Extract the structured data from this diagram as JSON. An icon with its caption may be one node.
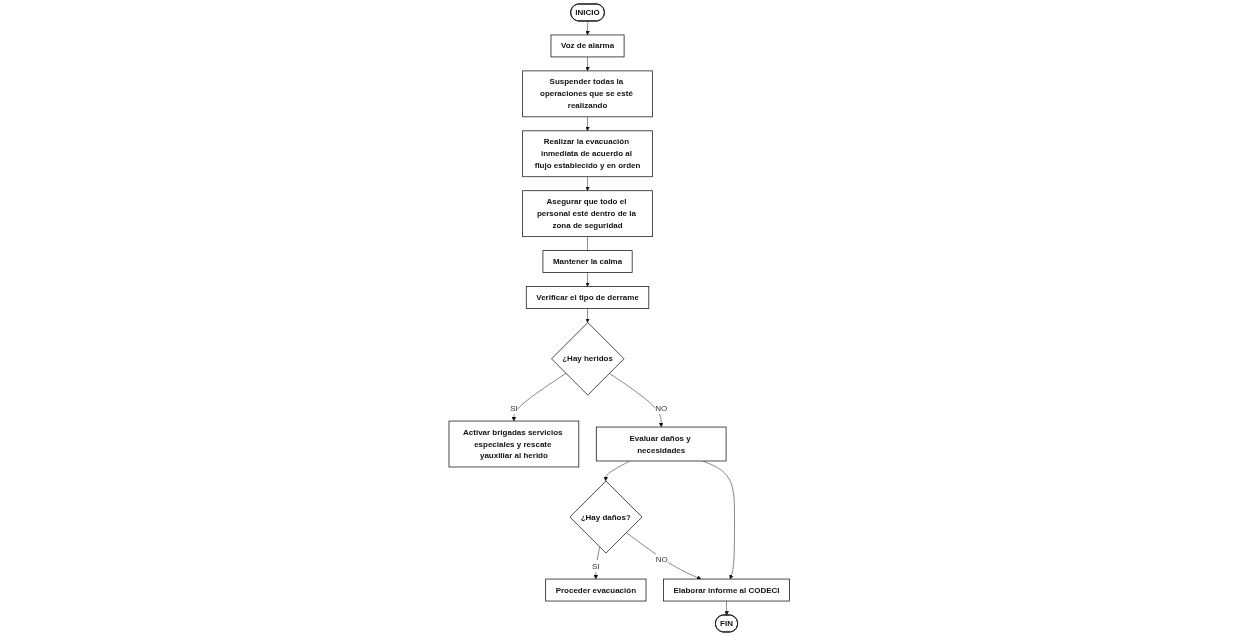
{
  "diagram": {
    "nodes": [
      {
        "text": [
          "INICIO"
        ]
      },
      {
        "text": [
          "Voz de alarma"
        ]
      },
      {
        "text": [
          "Suspender todas la operaciones que se esté realizando"
        ]
      },
      {
        "text": [
          "Realizar la evacuación inmediata de acuerdo al flujo establecido y en orden"
        ]
      },
      {
        "text": [
          "Asegurar que todo el personal esté dentro de la zona de seguridad"
        ]
      },
      {
        "text": [
          "Mantener la calma"
        ]
      },
      {
        "text": [
          "Verificar el tipo de derrame"
        ]
      },
      {
        "text": [
          "¿Hay heridos"
        ]
      },
      {
        "text": [
          "Activar brigadas servicios especiales y rescate yauxiliar al herido"
        ]
      },
      {
        "text": [
          "Evaluar daños y necesidades"
        ]
      },
      {
        "text": [
          "¿Hay daños?"
        ]
      },
      {
        "text": [
          "Proceder evacuación"
        ]
      },
      {
        "text": [
          "Elaborar informe al CODECI"
        ]
      },
      {
        "text": [
          "FIN"
        ]
      }
    ],
    "edges": [
      {
        "from": 0,
        "to": 1,
        "arrow": "to"
      },
      {
        "from": 1,
        "to": 2,
        "arrow": "to"
      },
      {
        "from": 2,
        "to": 3,
        "arrow": "to"
      },
      {
        "from": 3,
        "to": 4,
        "arrow": "to"
      },
      {
        "from": 4,
        "to": 5,
        "arrow": "none"
      },
      {
        "from": 5,
        "to": 6,
        "arrow": "to"
      },
      {
        "from": 6,
        "to": 7,
        "arrow": "to"
      },
      {
        "from": 7,
        "to": 8,
        "label": "SI",
        "arrow": "to"
      },
      {
        "from": 7,
        "to": 9,
        "label": "NO",
        "arrow": "to"
      },
      {
        "from": 9,
        "to": 10,
        "arrow": "to"
      },
      {
        "from": 10,
        "to": 11,
        "label": "SI",
        "arrow": "to"
      },
      {
        "from": 10,
        "to": 12,
        "label": "NO",
        "arrow": "to"
      },
      {
        "from": 9,
        "to": 12,
        "arrow": "to"
      },
      {
        "from": 12,
        "to": 13,
        "arrow": "to"
      }
    ]
  }
}
